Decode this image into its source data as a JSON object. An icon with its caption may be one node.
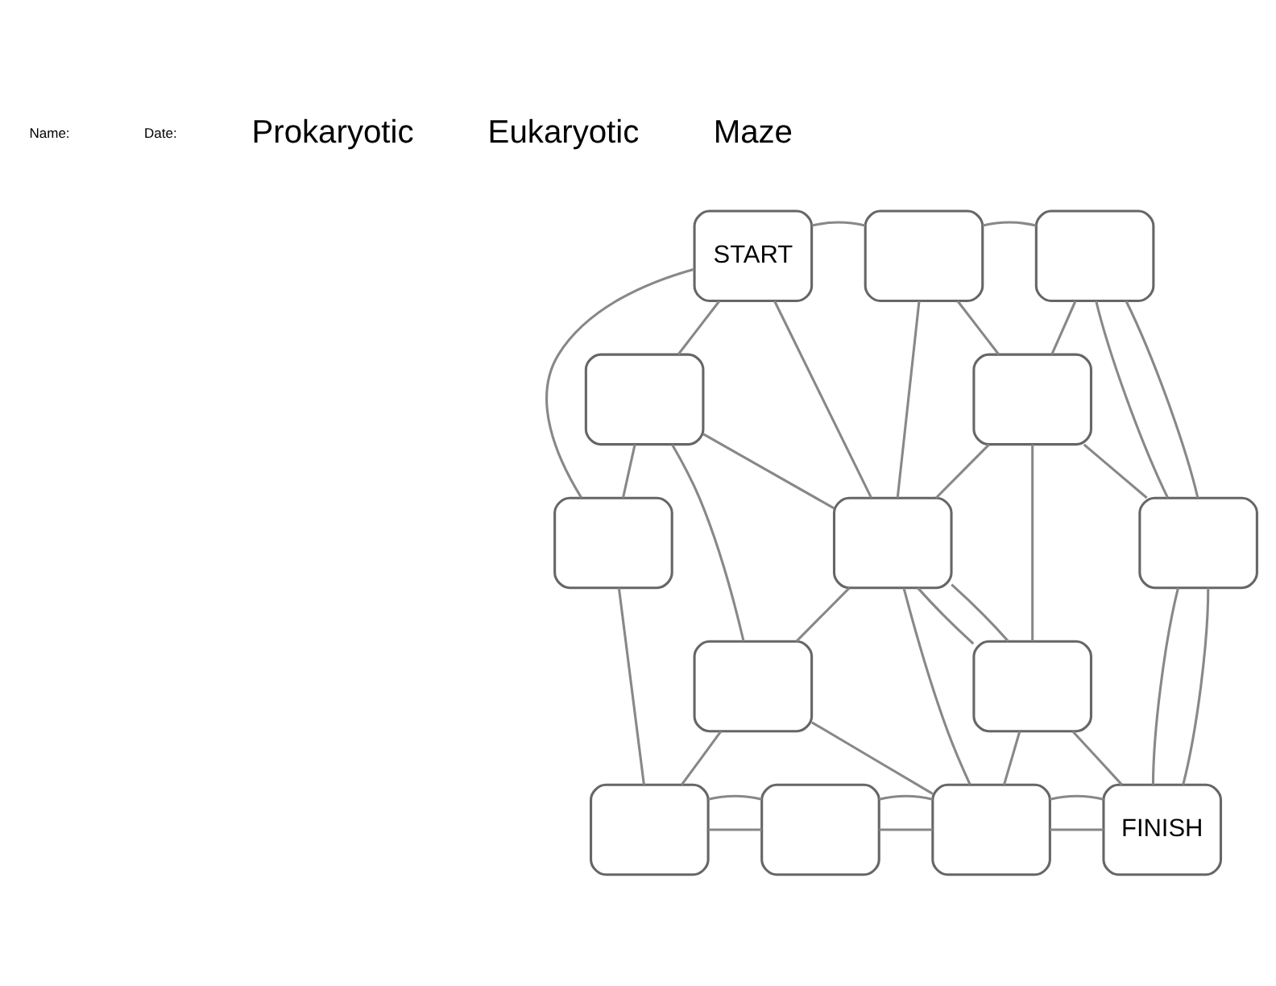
{
  "diagram": {
    "nodes": [
      {
        "text": [
          "START"
        ]
      },
      {
        "text": [],
        "shape": "box"
      },
      {
        "text": [],
        "shape": "box"
      },
      {
        "text": [],
        "shape": "box"
      },
      {
        "text": [],
        "shape": "box"
      },
      {
        "text": [],
        "shape": "box"
      },
      {
        "text": [],
        "shape": "box"
      },
      {
        "text": [],
        "shape": "box"
      },
      {
        "text": [],
        "shape": "box"
      },
      {
        "text": [],
        "shape": "box"
      },
      {
        "text": [],
        "shape": "box"
      },
      {
        "text": [],
        "shape": "box"
      },
      {
        "text": [],
        "shape": "box"
      },
      {
        "text": [
          "FINISH"
        ]
      }
    ],
    "edges": [
      {
        "from": 0,
        "to": 1,
        "arrow": "none"
      },
      {
        "from": 0,
        "to": 3,
        "arrow": "none"
      },
      {
        "from": 0,
        "to": 6,
        "arrow": "none"
      },
      {
        "from": 0,
        "to": 5,
        "arrow": "none"
      },
      {
        "from": 1,
        "to": 2,
        "arrow": "none"
      },
      {
        "from": 1,
        "to": 4,
        "arrow": "none"
      },
      {
        "from": 1,
        "to": 6,
        "arrow": "none"
      },
      {
        "from": 3,
        "to": 5,
        "arrow": "none"
      },
      {
        "from": 3,
        "to": 6,
        "arrow": "none"
      },
      {
        "from": 3,
        "to": 8,
        "arrow": "none"
      },
      {
        "from": 4,
        "to": 2,
        "arrow": "none"
      },
      {
        "from": 4,
        "to": 6,
        "arrow": "none"
      },
      {
        "from": 4,
        "to": 7,
        "arrow": "none"
      },
      {
        "from": 4,
        "to": 9,
        "arrow": "none"
      },
      {
        "from": 2,
        "to": 7,
        "arrow": "none"
      },
      {
        "from": 2,
        "to": 7,
        "arrow": "none"
      },
      {
        "from": 5,
        "to": 10,
        "arrow": "none"
      },
      {
        "from": 8,
        "to": 6,
        "arrow": "none"
      },
      {
        "from": 8,
        "to": 10,
        "arrow": "none"
      },
      {
        "from": 8,
        "to": 12,
        "arrow": "none"
      },
      {
        "from": 6,
        "to": 9,
        "arrow": "none"
      },
      {
        "from": 6,
        "to": 9,
        "arrow": "none"
      },
      {
        "from": 6,
        "to": 12,
        "arrow": "none"
      },
      {
        "from": 7,
        "to": 13,
        "arrow": "none"
      },
      {
        "from": 7,
        "to": 13,
        "arrow": "none"
      },
      {
        "from": 9,
        "to": 12,
        "arrow": "none"
      },
      {
        "from": 9,
        "to": 13,
        "arrow": "none"
      },
      {
        "from": 10,
        "to": 11,
        "arrow": "none"
      },
      {
        "from": 10,
        "to": 11,
        "arrow": "none"
      },
      {
        "from": 11,
        "to": 12,
        "arrow": "none"
      },
      {
        "from": 11,
        "to": 12,
        "arrow": "none"
      },
      {
        "from": 12,
        "to": 13,
        "arrow": "none"
      },
      {
        "from": 12,
        "to": 13,
        "arrow": "none"
      }
    ],
    "labels": [
      "Name:",
      "Date:",
      "Prokaryotic",
      "Eukaryotic",
      "Maze"
    ]
  }
}
